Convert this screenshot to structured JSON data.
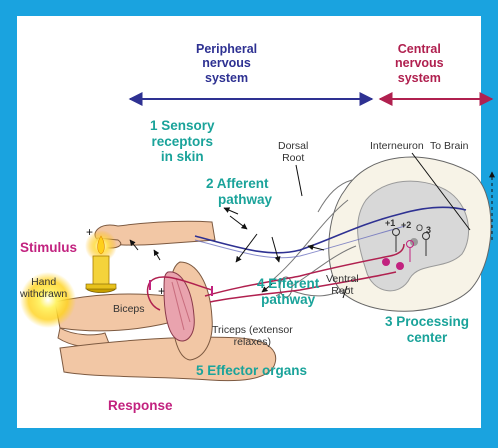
{
  "colors": {
    "background": "#1aa3df",
    "panel": "#ffffff",
    "peripheral": "#2e3192",
    "central": "#b0204f",
    "teal_labels": "#1aa39a",
    "magenta_labels": "#c2227f"
  },
  "systems": {
    "peripheral": [
      "Peripheral",
      "nervous",
      "system"
    ],
    "central": [
      "Central",
      "nervous",
      "system"
    ]
  },
  "steps": {
    "receptors": [
      "1 Sensory",
      "receptors",
      "in skin"
    ],
    "afferent": [
      "2 Afferent",
      "pathway"
    ],
    "processing": [
      "3 Processing",
      "center"
    ],
    "efferent": [
      "4 Efferent",
      "pathway"
    ],
    "effector": "5 Effector organs"
  },
  "labels": {
    "stimulus": "Stimulus",
    "response": "Response",
    "hand_withdrawn": [
      "Hand",
      "withdrawn"
    ],
    "biceps": "Biceps",
    "triceps": [
      "Triceps (extensor",
      "relaxes)"
    ],
    "dorsal_root": [
      "Dorsal",
      "Root"
    ],
    "ventral_root": [
      "Ventral",
      "Root"
    ],
    "interneuron": "Interneuron",
    "to_brain": "To Brain",
    "synapse_signs": [
      "+1",
      "+2",
      "O",
      "3"
    ],
    "plus_sign": "+"
  },
  "icons": [
    "candle-flame-icon",
    "sun-glow-icon",
    "double-arrow-icon"
  ]
}
